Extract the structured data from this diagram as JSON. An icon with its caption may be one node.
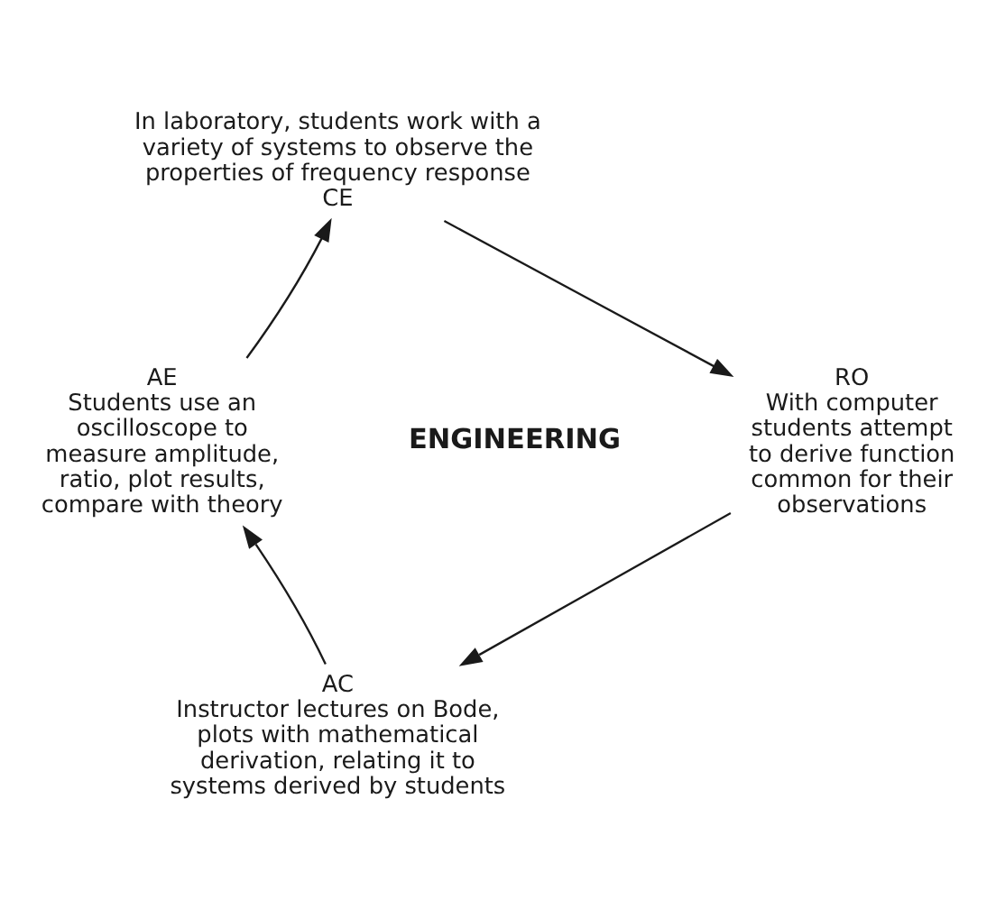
{
  "diagram": {
    "nodes": [
      {
        "text": [
          "In laboratory, students work with a variety of systems to observe the properties of frequency response",
          "CE"
        ]
      },
      {
        "text": [
          "RO",
          "With computer students attempt to derive function common for their observations"
        ]
      },
      {
        "text": [
          "AC",
          "Instructor lectures on Bode, plots with mathematical derivation, relating it to systems derived by students"
        ]
      },
      {
        "text": [
          "AE",
          "Students use an oscilloscope to measure amplitude, ratio, plot results, compare with theory"
        ]
      }
    ],
    "edges": [
      {
        "from": 0,
        "to": 1,
        "arrow": "to"
      },
      {
        "from": 1,
        "to": 2,
        "arrow": "to"
      },
      {
        "from": 2,
        "to": 3,
        "arrow": "to"
      },
      {
        "from": 3,
        "to": 0,
        "arrow": "to"
      }
    ],
    "labels": [
      "ENGINEERING"
    ]
  }
}
